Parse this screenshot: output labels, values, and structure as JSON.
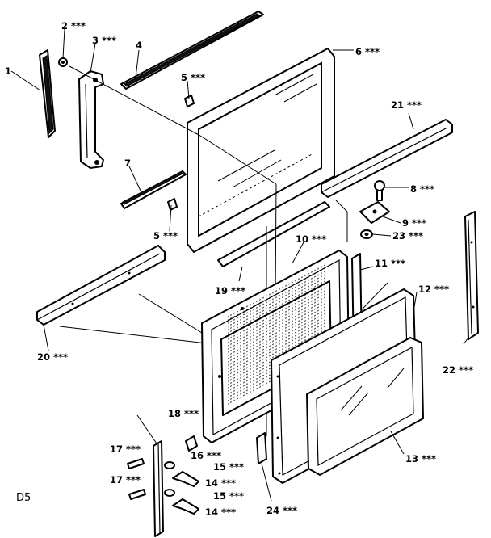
{
  "diagram": {
    "page_code": "D5",
    "labels": [
      {
        "id": "1",
        "text": "1"
      },
      {
        "id": "2",
        "text": "2 ***"
      },
      {
        "id": "3",
        "text": "3 ***"
      },
      {
        "id": "4",
        "text": "4"
      },
      {
        "id": "5a",
        "text": "5 ***"
      },
      {
        "id": "5b",
        "text": "5 ***"
      },
      {
        "id": "6",
        "text": "6 ***"
      },
      {
        "id": "7",
        "text": "7"
      },
      {
        "id": "8",
        "text": "8 ***"
      },
      {
        "id": "9",
        "text": "9 ***"
      },
      {
        "id": "10",
        "text": "10 ***"
      },
      {
        "id": "11",
        "text": "11 ***"
      },
      {
        "id": "12",
        "text": "12 ***"
      },
      {
        "id": "13",
        "text": "13 ***"
      },
      {
        "id": "14a",
        "text": "14 ***"
      },
      {
        "id": "14b",
        "text": "14 ***"
      },
      {
        "id": "15a",
        "text": "15 ***"
      },
      {
        "id": "15b",
        "text": "15 ***"
      },
      {
        "id": "16",
        "text": "16 ***"
      },
      {
        "id": "17a",
        "text": "17 ***"
      },
      {
        "id": "17b",
        "text": "17 ***"
      },
      {
        "id": "18",
        "text": "18 ***"
      },
      {
        "id": "19",
        "text": "19 ***"
      },
      {
        "id": "20",
        "text": "20 ***"
      },
      {
        "id": "21",
        "text": "21 ***"
      },
      {
        "id": "22",
        "text": "22 ***"
      },
      {
        "id": "23",
        "text": "23 ***"
      },
      {
        "id": "24",
        "text": "24 ***"
      }
    ]
  }
}
